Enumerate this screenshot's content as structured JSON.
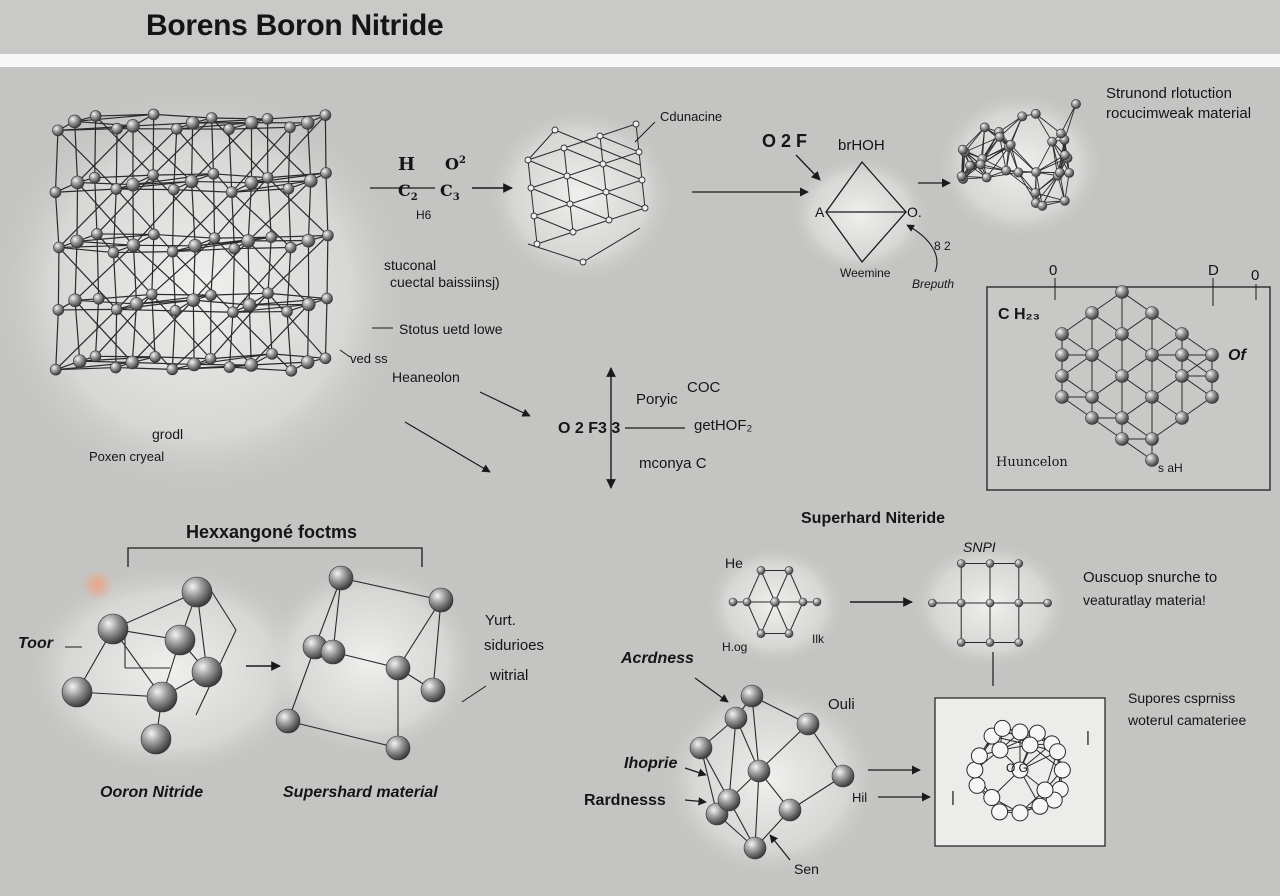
{
  "header": {
    "title": "Borens Boron Nitride"
  },
  "labels": {
    "formula_h": "H",
    "formula_c2": "C",
    "formula_c2_sub": "2",
    "formula_o2": "O",
    "formula_o2_sup": "2",
    "formula_c3": "C",
    "formula_c3_sub": "3",
    "formula_h6": "H6",
    "structural_1": "stuconal",
    "structural_2": "cuectal baissiinsj)",
    "status_lowe": "Stotus uetd lowe",
    "hexagon_label": "Heaneolon",
    "ved_label": "ved  ss",
    "grodl": "grodl",
    "poxen": "Poxen cryeal",
    "cdunacine": "Cdunacine",
    "o2f_top": "O 2 F",
    "brhoh": "brHOH",
    "rhombus_a": "A",
    "rhombus_o": "O.",
    "weemine": "Weemine",
    "breputh": "Breputh",
    "val_82": "8 2",
    "strunond_1": "Strunond rlotuction",
    "strunond_2": "rocucimweak  material",
    "mid_o": "0",
    "mid_d": "D",
    "mid_0b": "0",
    "ch_label": "C H₂₃",
    "of_label": "Of",
    "huuncelon": "Huuncelon",
    "snh": "s aH",
    "poryic": "Poryic",
    "coc": "COC",
    "o2f3": "O 2 F3 3",
    "gethof": "getHOF₂",
    "mconya": "mconya C",
    "hex_forms": "Hexxangoné foctms",
    "toor": "Toor",
    "yurt": "Yurt.",
    "sidurioes": "sidurioes",
    "witrial": "witrial",
    "ooron_nitride": "Ooron Nitride",
    "supershard": "Supershard material",
    "superhard_nitride": "Superhard Niteride",
    "he": "He",
    "hg": "H.og",
    "ilk": "Ilk",
    "snpi": "SNPI",
    "oscuop_1": "Ouscuop snurche to",
    "oscuop_2": "veaturatlay materia!",
    "acrdness": "Acrdness",
    "ouli": "Ouli",
    "ihoprie": "Ihoprie",
    "rardnesss": "Rardnesss",
    "hil": "Hil",
    "sen": "Sen",
    "supores_1": "Supores csprniss",
    "supores_2": "woterul camateriee",
    "box_ow": "O G",
    "box_bar": "|"
  }
}
